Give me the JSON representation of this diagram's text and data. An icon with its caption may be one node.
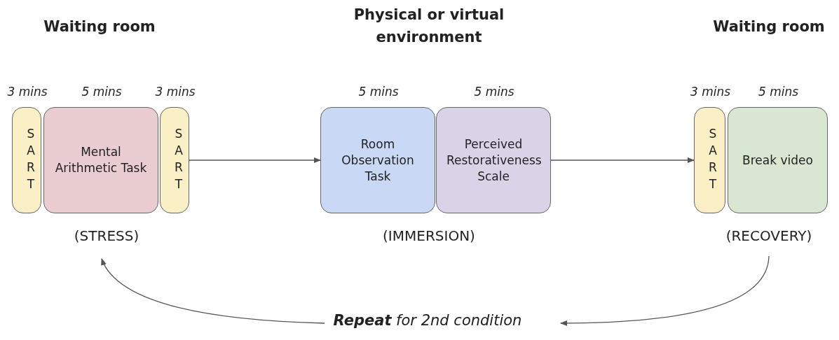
{
  "diagram": {
    "nodes": [
      {
        "text": [
          "SART"
        ],
        "beside": [
          "3 mins"
        ]
      },
      {
        "text": [
          "Mental Arithmetic Task"
        ],
        "beside": [
          "5 mins"
        ]
      },
      {
        "text": [
          "SART"
        ],
        "beside": [
          "3 mins"
        ]
      },
      {
        "text": [
          "Room Observation Task"
        ],
        "beside": [
          "5 mins"
        ]
      },
      {
        "text": [
          "Perceived Restorativeness Scale"
        ],
        "beside": [
          "5 mins"
        ]
      },
      {
        "text": [
          "SART"
        ],
        "beside": [
          "3 mins"
        ]
      },
      {
        "text": [
          "Break video"
        ],
        "beside": [
          "5 mins"
        ]
      },
      {
        "text": [
          "(STRESS)"
        ]
      },
      {
        "text": [
          "(RECOVERY)"
        ]
      },
      {
        "text": [
          "**Repeat** for 2nd condition"
        ]
      }
    ],
    "edges": [
      {
        "from": 2,
        "to": 3,
        "arrow": "to"
      },
      {
        "from": 4,
        "to": 5,
        "arrow": "to"
      },
      {
        "from": 8,
        "to": 9,
        "arrow": "to"
      },
      {
        "from": 9,
        "to": 7,
        "arrow": "to"
      }
    ],
    "labels": [
      "Waiting room",
      "Physical or virtual environment",
      "Waiting room",
      "(IMMERSION)"
    ]
  }
}
